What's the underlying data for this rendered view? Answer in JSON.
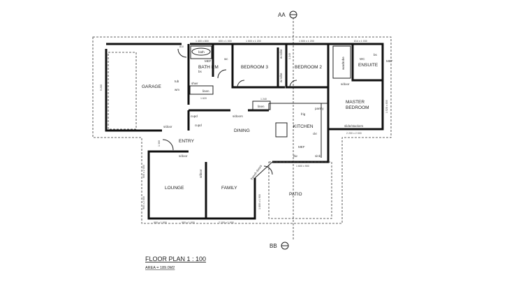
{
  "title": "FLOOR PLAN  1 : 100",
  "area": "AREA  =  189.0M2",
  "section_markers": {
    "top": "AA",
    "bottom": "BB"
  },
  "rooms": {
    "garage": "GARAGE",
    "bath": "BATH RM",
    "bedroom3": "BEDROOM 3",
    "bedroom2": "BEDROOM 2",
    "ensuite": "ENSUITE",
    "master": "MASTER",
    "master2": "BEDROOM",
    "dining": "DINING",
    "kitchen": "KITCHEN",
    "entry": "ENTRY",
    "lounge": "LOUNGE",
    "family": "FAMILY",
    "patio": "PATIO"
  },
  "fixtures": {
    "bath": "bath",
    "mef1": "MEF",
    "bs1": "bs",
    "tub": "tub",
    "wm": "wm",
    "shwr": "shwr",
    "linen1": "linen",
    "wc1": "wc",
    "wrobe1": "w robe",
    "wrobe2": "w robe",
    "wardrobe": "wardrobe",
    "wc2": "WC",
    "bs2": "bs",
    "mef2": "MEF",
    "linen2": "linen",
    "cupd1": "cupd",
    "cupd2": "cupd",
    "pantry": "pantry",
    "frig": "frig",
    "ckr": "ckr",
    "mef3": "MEF",
    "dw": "dw",
    "sink": "sink",
    "sdoor_garage": "s/door",
    "sdoors_dining": "s/doors",
    "sdoor_master": "s/door",
    "slide_stackers": "slide/stackers",
    "sdoor_lounge": "s/door",
    "sdoor_family": "s/door",
    "french_doors": "french doors"
  },
  "dimensions": {
    "w1": "1 400 x 800",
    "w2": "600 x 1 000",
    "w3": "1 500 x 1 200",
    "w4": "1 500 x 1 200",
    "w5": "814 x 1 030",
    "garage_h": "5 200",
    "master_r": "1 528 x 800",
    "master_b": "2 200 x 2 000",
    "kitchen_w": "1 600 x 900",
    "lounge_l1": "600 x 2 000",
    "lounge_l2": "900 x 2 000",
    "b1": "900 x 1 900",
    "b2": "900 x 1 900",
    "b3": "2 100 x 1 900",
    "family_r": "1 800 x 1 900",
    "linen_w": "1 240",
    "bath_w": "1 620",
    "wr_h": "1 240",
    "d810": "810",
    "entry_d": "1 360"
  }
}
